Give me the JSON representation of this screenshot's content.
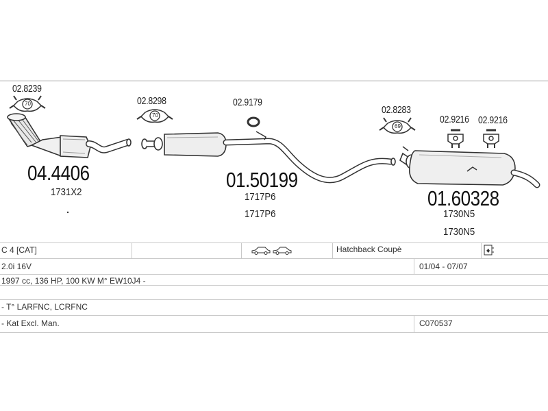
{
  "diagram": {
    "part_refs": {
      "clamp_1": "02.8239",
      "clamp_2": "02.8298",
      "ring": "02.9179",
      "clamp_3": "02.8283",
      "hanger_1": "02.9216",
      "hanger_2": "02.9216"
    },
    "badges": {
      "clamp_1": "70",
      "clamp_2": "70",
      "clamp_3": "69"
    },
    "parts": [
      {
        "number": "04.4406",
        "codes": [
          "1731X2"
        ]
      },
      {
        "number": "01.50199",
        "codes": [
          "1717P6",
          "1717P6"
        ]
      },
      {
        "number": "01.60328",
        "codes": [
          "1730N5",
          "1730N5"
        ]
      }
    ]
  },
  "vehicle_table": {
    "model": "C 4  [CAT]",
    "body": "Hatchback Coupè",
    "engine": "2.0i 16V",
    "years": "01/04 - 07/07",
    "specs": "1997 cc, 136 HP, 100 KW M° EW10J4 -",
    "notes_1": "- T° LARFNC, LCRFNC",
    "notes_2": "- Kat Excl. Man.",
    "code": "C070537",
    "icons": [
      "car-icon",
      "car-icon",
      "document-icon"
    ]
  }
}
